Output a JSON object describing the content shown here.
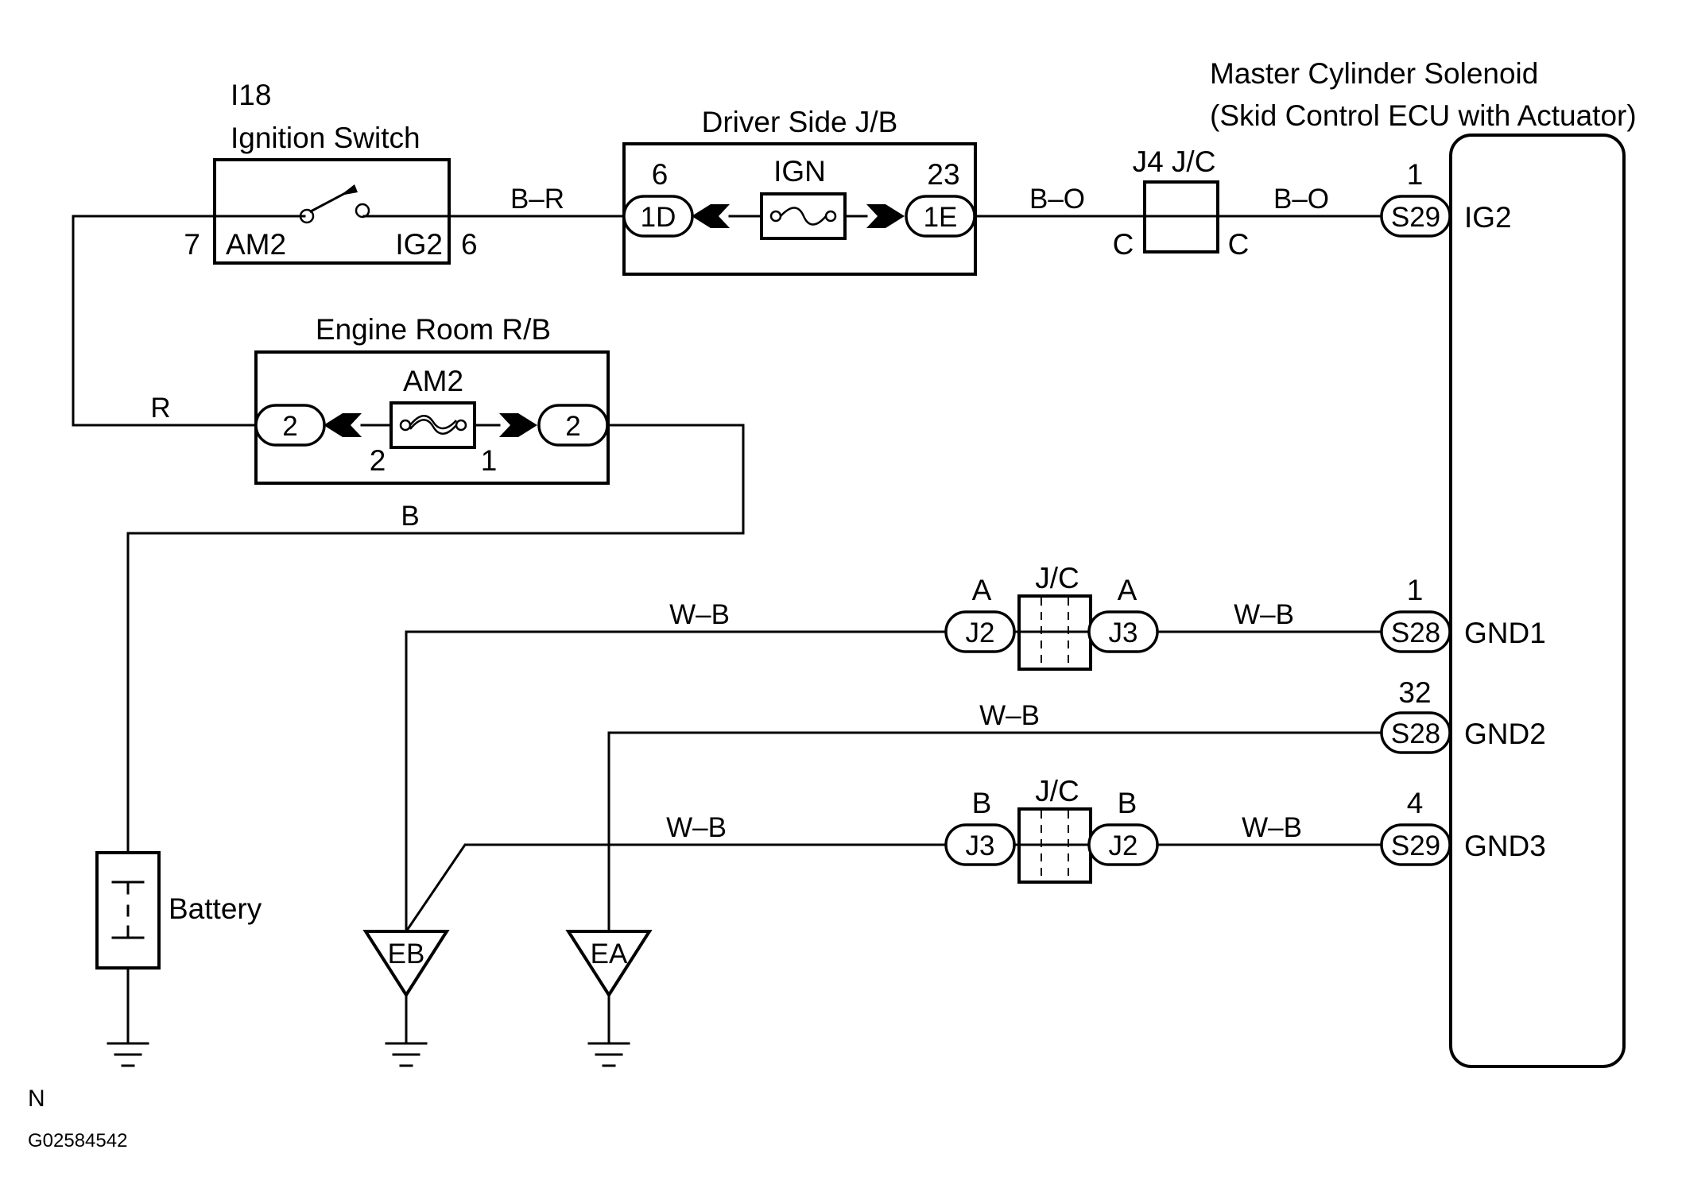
{
  "ignition_switch": {
    "ref": "I18",
    "name": "Ignition Switch",
    "pin_am2": "7",
    "term_am2": "AM2",
    "term_ig2": "IG2",
    "pin_ig2": "6"
  },
  "driver_jb": {
    "title": "Driver Side J/B",
    "fuse": "IGN",
    "pin_left": "6",
    "conn_left": "1D",
    "pin_right": "23",
    "conn_right": "1E"
  },
  "engine_rb": {
    "title": "Engine Room R/B",
    "fuse": "AM2",
    "conn_left": "2",
    "conn_right": "2",
    "pin_left": "2",
    "pin_right": "1"
  },
  "j4": {
    "title": "J4 J/C",
    "left": "C",
    "right": "C"
  },
  "ecu": {
    "title1": "Master Cylinder Solenoid",
    "title2": "(Skid Control ECU with Actuator)",
    "ig2": {
      "pin": "1",
      "conn": "S29",
      "name": "IG2"
    },
    "gnd1": {
      "pin": "1",
      "conn": "S28",
      "name": "GND1"
    },
    "gnd2": {
      "pin": "32",
      "conn": "S28",
      "name": "GND2"
    },
    "gnd3": {
      "pin": "4",
      "conn": "S29",
      "name": "GND3"
    }
  },
  "wires": {
    "br": "B–R",
    "bo1": "B–O",
    "bo2": "B–O",
    "r": "R",
    "b": "B",
    "wb1": "W–B",
    "wb2": "W–B",
    "wb3": "W–B",
    "wb4": "W–B",
    "wb5": "W–B"
  },
  "jc1": {
    "title": "J/C",
    "pin_left": "A",
    "conn_left": "J2",
    "pin_right": "A",
    "conn_right": "J3"
  },
  "jc2": {
    "title": "J/C",
    "pin_left": "B",
    "conn_left": "J3",
    "pin_right": "B",
    "conn_right": "J2"
  },
  "grounds": {
    "eb": "EB",
    "ea": "EA"
  },
  "battery": "Battery",
  "footer": {
    "letter": "N",
    "code": "G02584542"
  }
}
